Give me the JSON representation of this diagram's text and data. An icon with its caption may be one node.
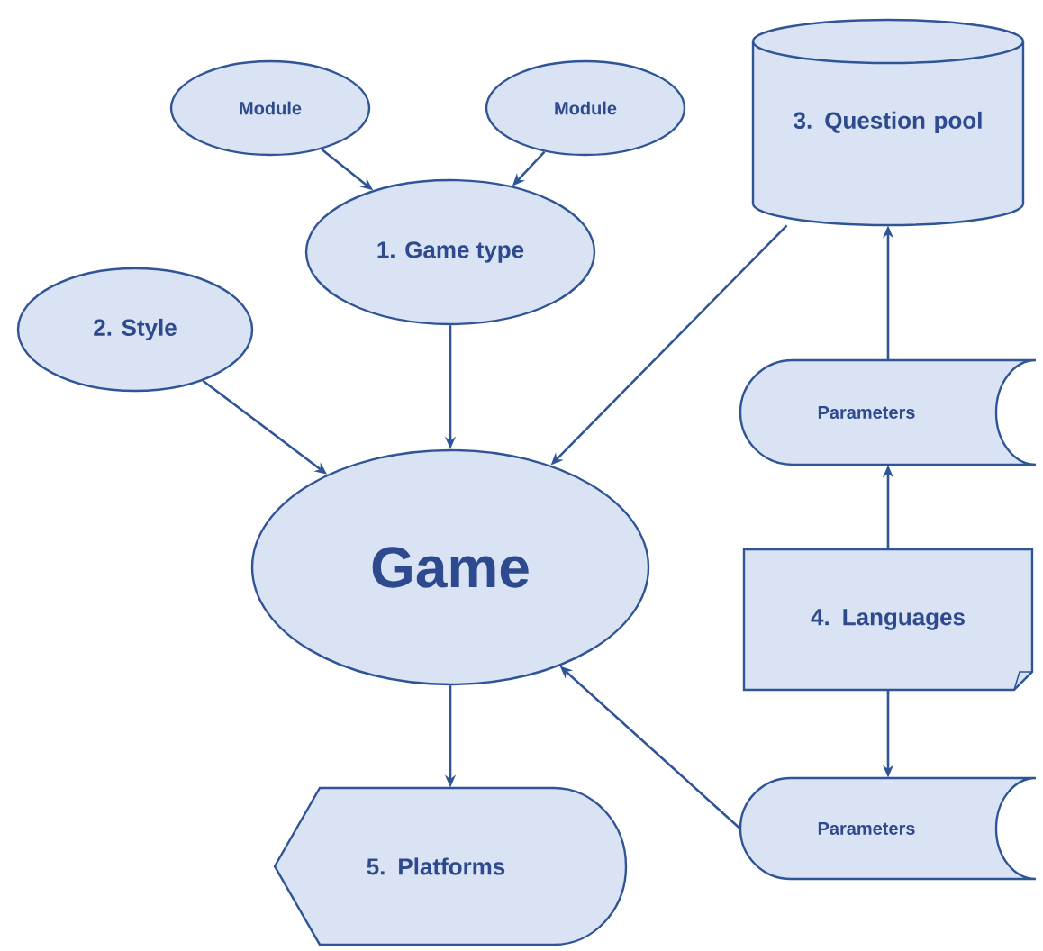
{
  "diagram": {
    "nodes": [
      {
        "text": [
          "Module"
        ]
      },
      {
        "text": [
          "Module"
        ]
      },
      {
        "text": [
          "1. Game type"
        ]
      },
      {
        "text": [
          "2. Style"
        ]
      },
      {
        "text": [
          "Game"
        ]
      },
      {
        "text": [
          "3. Question pool"
        ]
      },
      {
        "text": [
          "Parameters"
        ]
      },
      {
        "text": [
          "4. Languages"
        ]
      },
      {
        "text": [
          "Parameters"
        ]
      },
      {
        "text": [
          "5. Platforms"
        ]
      }
    ],
    "edges": [
      {
        "from": 0,
        "to": 2,
        "arrow": "to"
      },
      {
        "from": 1,
        "to": 2,
        "arrow": "to"
      },
      {
        "from": 2,
        "to": 4,
        "arrow": "to"
      },
      {
        "from": 3,
        "to": 4,
        "arrow": "to"
      },
      {
        "from": 5,
        "to": 4,
        "arrow": "to"
      },
      {
        "from": 6,
        "to": 5,
        "arrow": "to"
      },
      {
        "from": 7,
        "to": 6,
        "arrow": "to"
      },
      {
        "from": 7,
        "to": 8,
        "arrow": "to"
      },
      {
        "from": 8,
        "to": 4,
        "arrow": "to"
      },
      {
        "from": 4,
        "to": 9,
        "arrow": "to"
      }
    ]
  }
}
